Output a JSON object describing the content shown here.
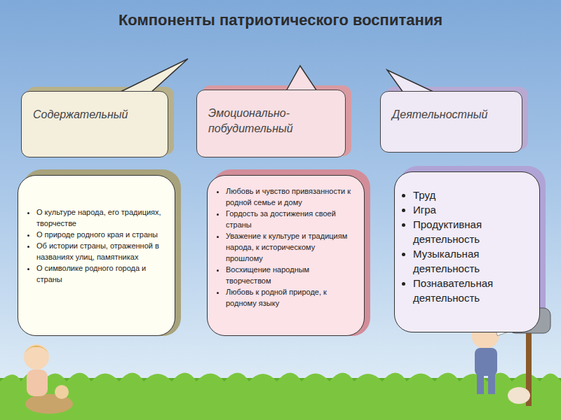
{
  "diagram": {
    "title": "Компоненты патриотического воспитания",
    "nodes": [
      {
        "text": [
          "Содержательный"
        ]
      },
      {
        "text": [
          "Эмоционально-побудительный"
        ]
      },
      {
        "text": [
          "Деятельностный"
        ]
      },
      {
        "text": [
          "О культуре народа, его традициях, творчестве",
          "О природе родного края и страны",
          "Об истории страны, отраженной в названиях улиц, памятниках",
          "О символике родного города и страны"
        ]
      },
      {
        "text": [
          "Любовь и чувство привязанности к родной семье и дому",
          "Гордость за достижения своей страны",
          "Уважение к культуре и традициям народа, к историческому прошлому",
          "Восхищение народным творчеством",
          "Любовь к родной природе, к родному языку"
        ]
      },
      {
        "text": [
          "Труд",
          "Игра",
          "Продуктивная деятельность",
          "Музыкальная деятельность",
          "Познавательная деятельность"
        ]
      }
    ]
  }
}
